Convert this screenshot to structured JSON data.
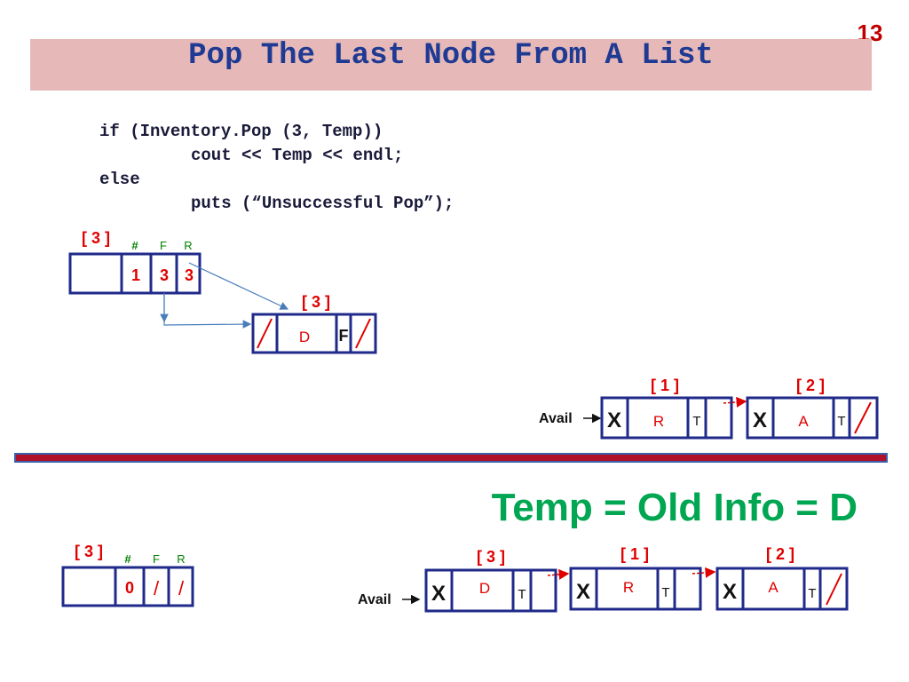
{
  "slide_number": "13",
  "title": "Pop The Last Node From A List",
  "code_lines": [
    "if (Inventory.Pop (3, Temp))",
    "cout << Temp << endl;",
    "else",
    "puts (“Unsuccessful Pop”);"
  ],
  "top": {
    "list_header": {
      "index_label": "[ 3 ]",
      "field_labels": [
        "#",
        "F",
        "R"
      ],
      "values": [
        "1",
        "3",
        "3"
      ]
    },
    "node_d": {
      "index_label": "[ 3 ]",
      "info": "D",
      "flag": "F"
    },
    "avail_label": "Avail",
    "avail_nodes": [
      {
        "index_label": "[ 1 ]",
        "mark": "X",
        "info": "R",
        "flag": "T"
      },
      {
        "index_label": "[ 2 ]",
        "mark": "X",
        "info": "A",
        "flag": "T"
      }
    ]
  },
  "result": "Temp = Old Info = D",
  "bottom": {
    "list_header": {
      "index_label": "[ 3 ]",
      "field_labels": [
        "#",
        "F",
        "R"
      ],
      "values": [
        "0",
        "/",
        "/"
      ]
    },
    "avail_label": "Avail",
    "avail_nodes": [
      {
        "index_label": "[ 3 ]",
        "mark": "X",
        "info": "D",
        "flag": "T"
      },
      {
        "index_label": "[ 1 ]",
        "mark": "X",
        "info": "R",
        "flag": "T"
      },
      {
        "index_label": "[ 2 ]",
        "mark": "X",
        "info": "A",
        "flag": "T"
      }
    ]
  },
  "colors": {
    "title_bg": "#e6b9b8",
    "title_text": "#1f3a93",
    "index_red": "#e00000",
    "field_green": "#008000",
    "result_green": "#00a651",
    "box_navy": "#1f2a8a"
  }
}
